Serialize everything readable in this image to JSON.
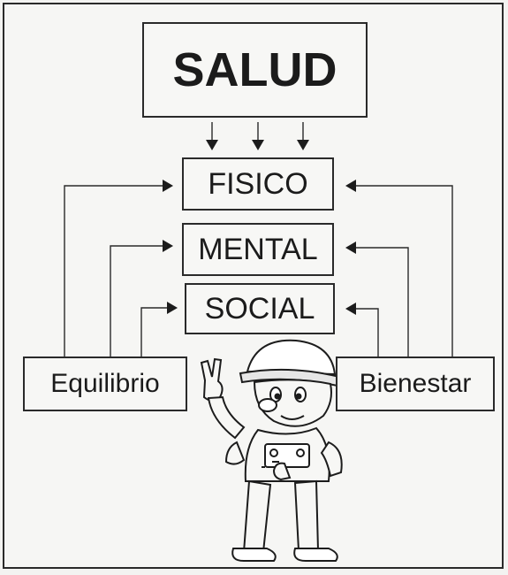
{
  "diagram": {
    "top_box": "SALUD",
    "middle_boxes": [
      "FISICO",
      "MENTAL",
      "SOCIAL"
    ],
    "left_box": "Equilibrio",
    "right_box": "Bienestar"
  },
  "illustration": {
    "icon": "cartoon-worker-hardhat-victory-sign"
  }
}
